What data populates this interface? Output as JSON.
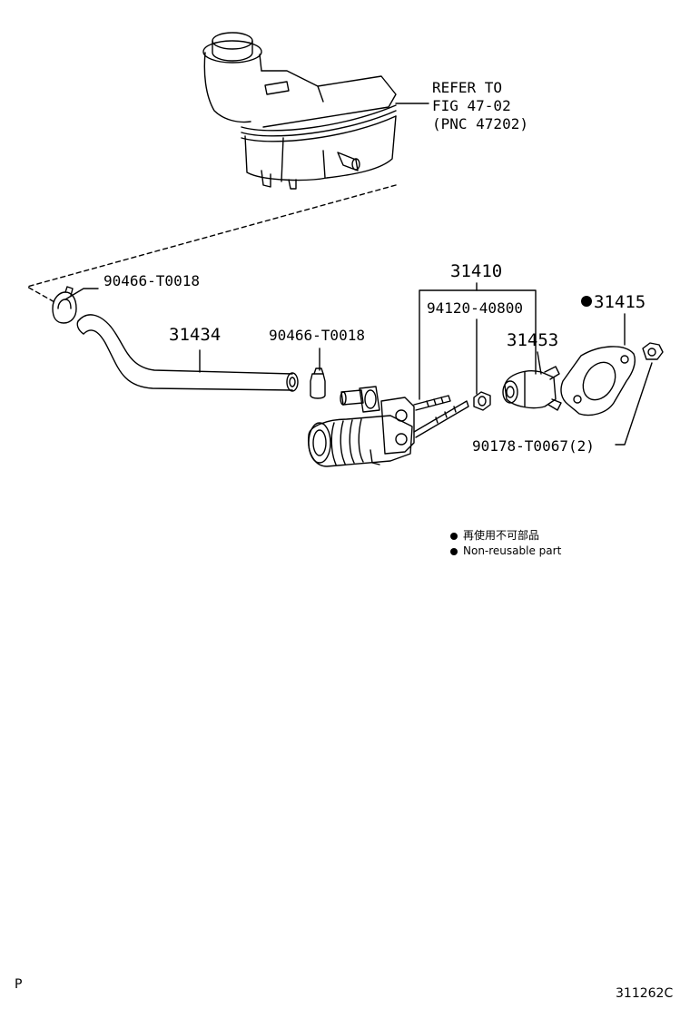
{
  "reference_note": "REFER TO\nFIG 47-02\n(PNC 47202)",
  "parts": {
    "assembly": "31410",
    "hose": "31434",
    "clamp_top": "90466-T0018",
    "clamp_mid": "90466-T0018",
    "nut": "94120-40800",
    "boot": "31453",
    "gasket": "31415",
    "bolt": "90178-T0067(2)"
  },
  "legend": {
    "line_jp": "再使用不可部品",
    "line_en": "Non-reusable part"
  },
  "corner_left": "P",
  "figure_code": "311262C"
}
